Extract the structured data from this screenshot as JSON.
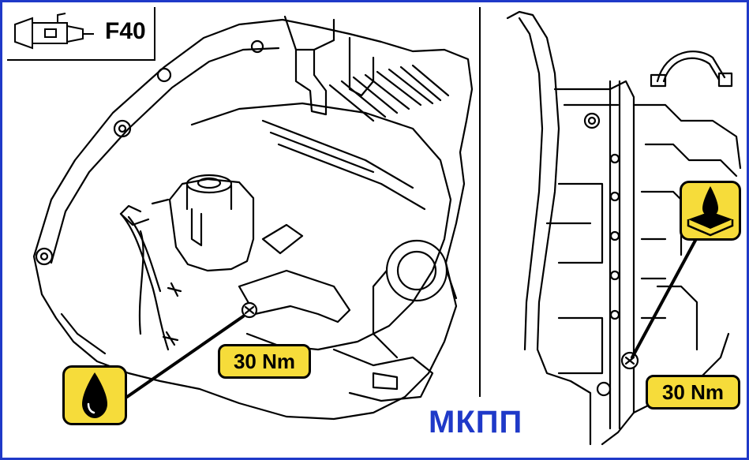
{
  "badge": {
    "model": "F40",
    "icon": "gearbox-icon"
  },
  "left_view": {
    "torque_label": "30 Nm",
    "icon": "oil-drop-icon"
  },
  "right_view": {
    "torque_label": "30 Nm",
    "icon": "oil-level-icon"
  },
  "caption": "МКПП",
  "colors": {
    "frame": "#1f39c8",
    "badge_fill": "#f6dc3a",
    "caption": "#1f39c8"
  }
}
